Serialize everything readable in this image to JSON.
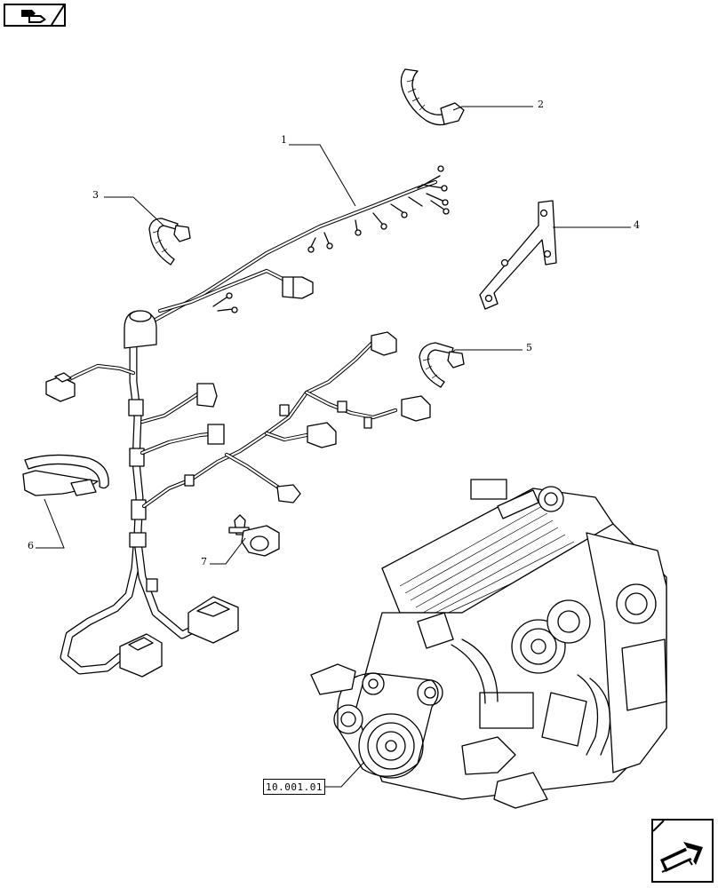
{
  "callouts": [
    {
      "id": "1",
      "label": "1"
    },
    {
      "id": "2",
      "label": "2"
    },
    {
      "id": "3",
      "label": "3"
    },
    {
      "id": "4",
      "label": "4"
    },
    {
      "id": "5",
      "label": "5"
    },
    {
      "id": "6",
      "label": "6"
    },
    {
      "id": "7",
      "label": "7"
    }
  ],
  "reference": {
    "label": "10.001.01"
  },
  "icons": {
    "top_badge": "book-back-arrow-icon",
    "bottom_badge": "forward-arrow-icon"
  }
}
